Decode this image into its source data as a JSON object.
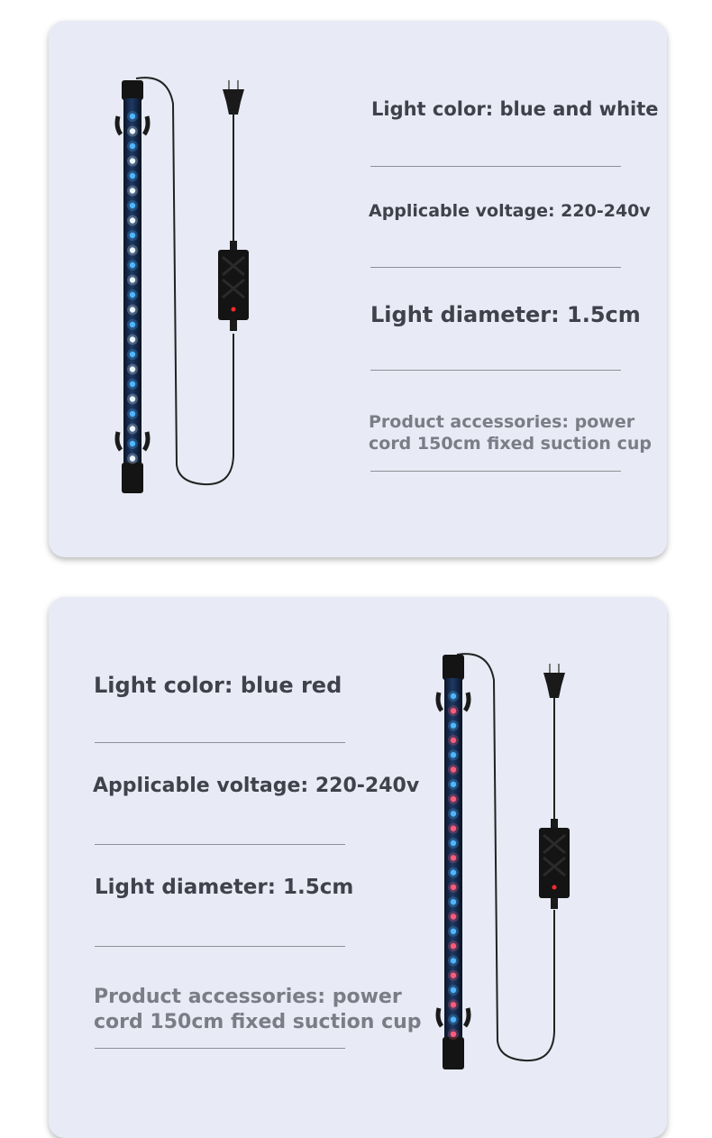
{
  "products": [
    {
      "specs": [
        {
          "label": "Light color: blue and white"
        },
        {
          "label": "Applicable voltage: 220-240v"
        },
        {
          "label": "Light diameter: 1.5cm"
        },
        {
          "label": "Product accessories: power cord 150cm fixed suction cup"
        }
      ],
      "led_colors": [
        "#4fb6ff",
        "#eaf6ff"
      ],
      "icons": [
        "led-tube-light-icon",
        "power-cord-icon",
        "switch-box-icon",
        "plug-icon",
        "suction-cup-icon"
      ]
    },
    {
      "specs": [
        {
          "label": "Light color: blue red"
        },
        {
          "label": "Applicable voltage: 220-240v"
        },
        {
          "label": "Light diameter: 1.5cm"
        },
        {
          "label": "Product accessories: power cord 150cm fixed suction cup"
        }
      ],
      "led_colors": [
        "#4fb6ff",
        "#ff5a7a"
      ],
      "icons": [
        "led-tube-light-icon",
        "power-cord-icon",
        "switch-box-icon",
        "plug-icon",
        "suction-cup-icon"
      ]
    }
  ]
}
